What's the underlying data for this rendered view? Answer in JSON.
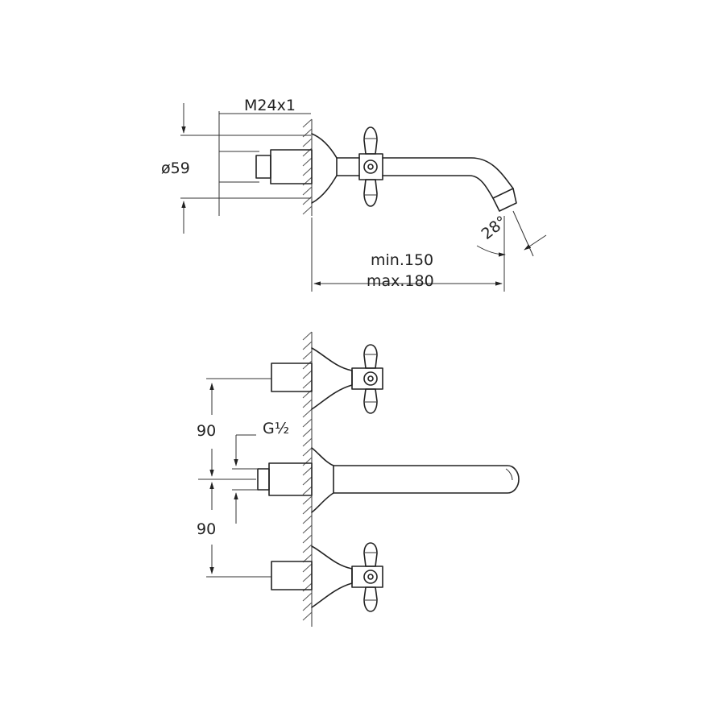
{
  "side_view": {
    "thread_label": "M24x1",
    "diameter_label": "ø59",
    "angle_label": "28°",
    "projection_min_label": "min.150",
    "projection_max_label": "max.180"
  },
  "front_view": {
    "spacing_top_label": "90",
    "spacing_bottom_label": "90",
    "connection_label": "G½"
  }
}
